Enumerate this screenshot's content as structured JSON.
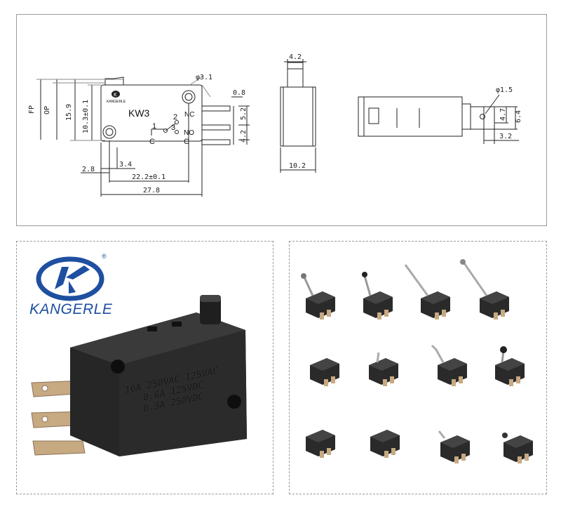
{
  "drawing": {
    "model": "KW3",
    "brand_small": "KANGERLE",
    "dims": {
      "fp": "FP",
      "op": "OP",
      "d159": "15.9",
      "d103": "10.3±0.1",
      "hole": "φ3.1",
      "d08": "0.8",
      "d52": "5.2",
      "d42a": "4.2",
      "d28": "2.8",
      "d34": "3.4",
      "d222": "22.2±0.1",
      "d278": "27.8",
      "d42top": "4.2",
      "d102": "10.2",
      "phi15": "φ1.5",
      "d47": "4.7",
      "d64": "6.4",
      "d32": "3.2"
    },
    "terminals": {
      "t1": "1",
      "t2": "2",
      "t3": "3",
      "nc": "NC",
      "no": "NO",
      "c1": "C",
      "c2": "C"
    }
  },
  "brand": {
    "name": "KANGERLE",
    "registered": "®",
    "logo_icon": "kangerle-logo-icon"
  },
  "product_photo": {
    "rating_lines": [
      "16A 250VAC 125VAC",
      "0.6A 125VDC",
      "0.3A 250VDC"
    ]
  },
  "variants": {
    "count": 12,
    "types": [
      "short-roller-lever",
      "roller-lever",
      "long-lever",
      "long-roller-lever",
      "plunger",
      "short-lever",
      "bent-lever",
      "roller-lever",
      "plunger",
      "pin-plunger",
      "short-hinge-lever",
      "short-roller-lever"
    ]
  },
  "colors": {
    "brand_blue": "#1e4fa0",
    "switch_body": "#262626",
    "terminal_metal": "#c7a982"
  }
}
